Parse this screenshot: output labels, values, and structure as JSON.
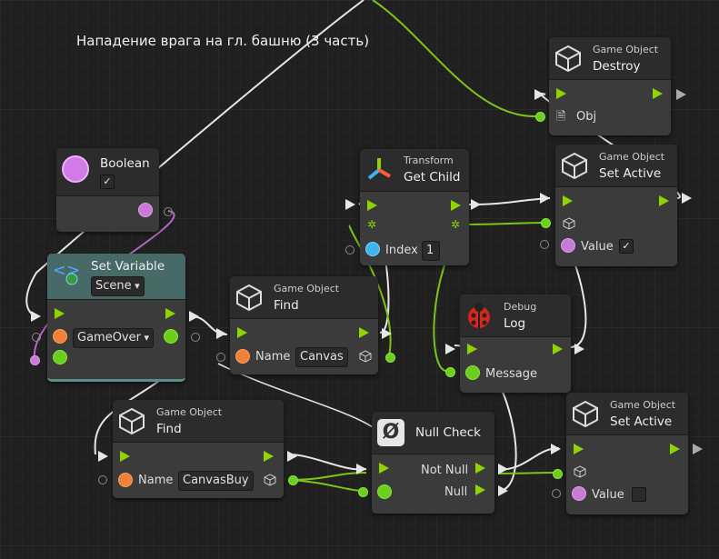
{
  "graph_title": "Нападение врага на гл. башню (3 часть)",
  "nodes": {
    "boolean": {
      "name": "Boolean",
      "checked": "✓"
    },
    "set_variable": {
      "name": "Set Variable",
      "scope": "Scene",
      "variable": "GameOver"
    },
    "destroy": {
      "category": "Game Object",
      "name": "Destroy",
      "input_label": "Obj"
    },
    "get_child": {
      "category": "Transform",
      "name": "Get Child",
      "input_label": "Index",
      "index_value": "1"
    },
    "set_active_top": {
      "category": "Game Object",
      "name": "Set Active",
      "input_label": "Value",
      "checked": "✓"
    },
    "find_canvas": {
      "category": "Game Object",
      "name": "Find",
      "input_label": "Name",
      "value": "Canvas"
    },
    "debug_log": {
      "category": "Debug",
      "name": "Log",
      "input_label": "Message"
    },
    "find_canvasbuy": {
      "category": "Game Object",
      "name": "Find",
      "input_label": "Name",
      "value": "CanvasBuy"
    },
    "null_check": {
      "name": "Null Check",
      "icon_glyph": "Ø",
      "out_not_null": "Not Null",
      "out_null": "Null"
    },
    "set_active_bottom": {
      "category": "Game Object",
      "name": "Set Active",
      "input_label": "Value",
      "checked": ""
    }
  },
  "colors": {
    "flow": "#8fd400",
    "object_port": "#6ccf1e",
    "string_port": "#f0803a",
    "bool_port": "#c77ad6",
    "int_port": "#3fb5f0",
    "wire_white": "#e6e6e6",
    "wire_green": "#7fc21a",
    "wire_violet": "#b46ac4"
  }
}
